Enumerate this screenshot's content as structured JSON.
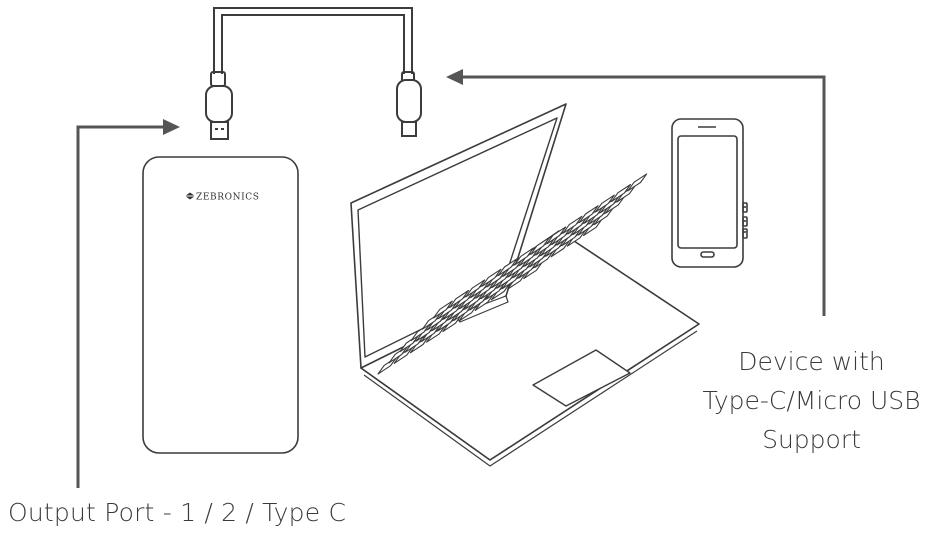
{
  "labels": {
    "output_port": "Output Port - 1 / 2 / Type C",
    "device_line_1": "Device with",
    "device_line_2": "Type-C/Micro USB",
    "device_line_3": "Support"
  },
  "power_bank": {
    "brand": "ZEBRONICS"
  },
  "colors": {
    "line": "#3c3c3c",
    "arrow": "#555555"
  }
}
